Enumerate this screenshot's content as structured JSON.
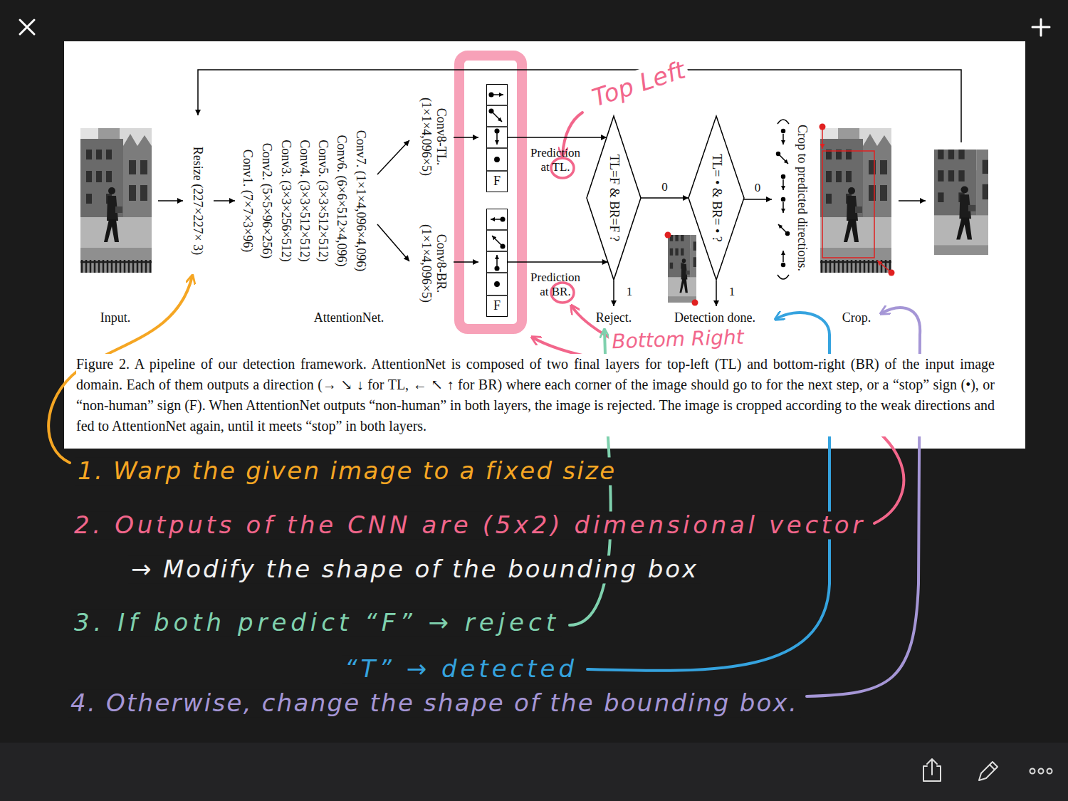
{
  "diagram": {
    "caption": "Figure 2. A pipeline of our detection framework. AttentionNet is composed of two final layers for top-left (TL) and bottom-right (BR) of the input image domain. Each of them outputs a direction (→ ↘ ↓ for TL, ← ↖ ↑ for BR) where each corner of the image should go to for the next step, or a “stop” sign (•), or “non-human” sign (F). When AttentionNet outputs “non-human” in both layers, the image is rejected. The image is cropped according to the weak directions and fed to AttentionNet again, until it meets “stop” in both layers.",
    "nodes": [
      {
        "text": [
          "F"
        ]
      },
      {
        "text": [
          "F"
        ]
      },
      {
        "text": [
          "TL=F & BR=F ?"
        ]
      },
      {
        "text": [
          "TL= • & BR= • ?"
        ]
      }
    ],
    "edges": [
      {
        "from": 0,
        "to": 2,
        "arrow": "to",
        "label": "Prediction at TL."
      },
      {
        "from": 1,
        "to": 2,
        "arrow": "to",
        "label": "Prediction at BR."
      },
      {
        "from": 2,
        "to": 3,
        "arrow": "to",
        "label": "0"
      }
    ],
    "labels": [
      "Input.",
      "Resize (227×227× 3)",
      "Conv7. (1×1×4,096×4,096)",
      "Conv6. (6×6×512×4,096)",
      "Conv5. (3×3×512×512)",
      "Conv4. (3×3×512×512)",
      "Conv3. (3×3×256×512)",
      "Conv2. (5×5×96×256)",
      "Conv1. (7×7×3×96)",
      "AttentionNet.",
      "Conv8-TL. (1×1×4,096×5)",
      "Conv8-BR. (1×1×4,096×5)",
      "Reject.",
      "1",
      "Detection done.",
      "1",
      "0",
      "Crop to predicted directions.",
      "Crop.",
      "Top Left",
      "Bottom Right",
      "1. Warp the given image to a fixed size",
      "2. Outputs of the CNN are (5x2) dimensional vector",
      "→ Modify the shape of the bounding box",
      "3. If both predict “F” → reject",
      "“T” → detected",
      "4. Otherwise, change the shape of the bounding box."
    ]
  }
}
